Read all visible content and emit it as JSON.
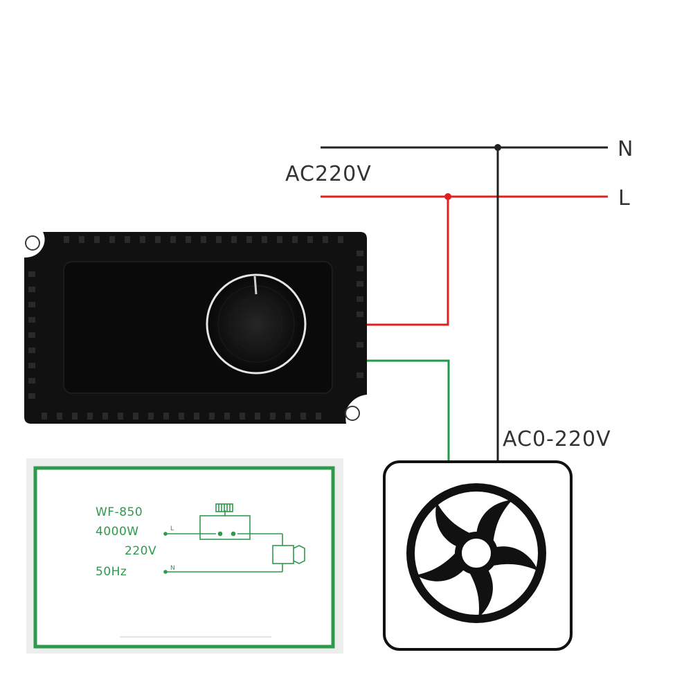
{
  "wiring": {
    "neutral_label": "N",
    "live_label": "L",
    "supply_label": "AC220V",
    "output_label": "AC0-220V",
    "neutral_color": "#222222",
    "live_color": "#e02020",
    "output_color": "#1e9a4a"
  },
  "device": {
    "body_color": "#111111",
    "knob_ring_color": "#e6e6e6"
  },
  "label_card": {
    "border_color": "#2d9a4c",
    "model": "WF-850",
    "power": "4000W",
    "voltage": "220V",
    "frequency": "50Hz",
    "terminal_l": "L",
    "terminal_n": "N"
  },
  "load": {
    "icon": "fan-icon"
  }
}
